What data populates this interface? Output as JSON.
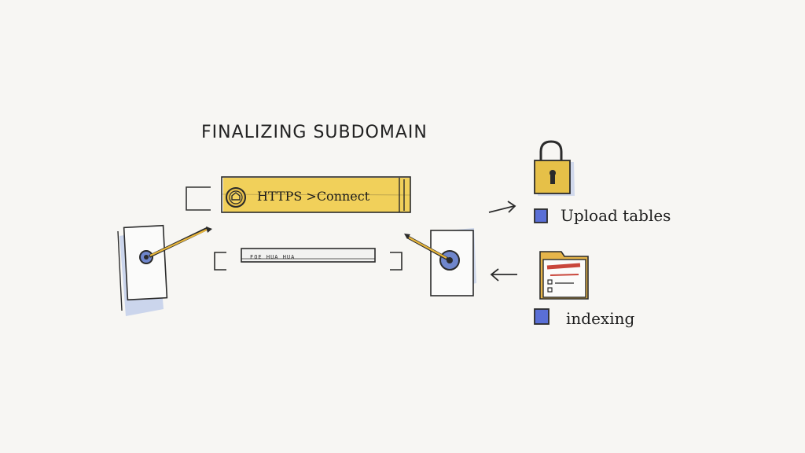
{
  "title": "FINALIZING SUBDOMAIN",
  "connection_bar": {
    "label": "HTTPS >Connect",
    "fill_color": "#f0c93e"
  },
  "secondary_bar": {
    "label": "FOE   HUA   HUA"
  },
  "tasks": [
    {
      "label": "Upload tables",
      "icon": "lock-icon"
    },
    {
      "label": "indexing",
      "icon": "folder-icon"
    }
  ],
  "colors": {
    "accent_yellow": "#f0c93e",
    "accent_blue": "#5a6fd6",
    "shadow_blue": "#b8c7e8",
    "accent_red": "#c9463b"
  }
}
